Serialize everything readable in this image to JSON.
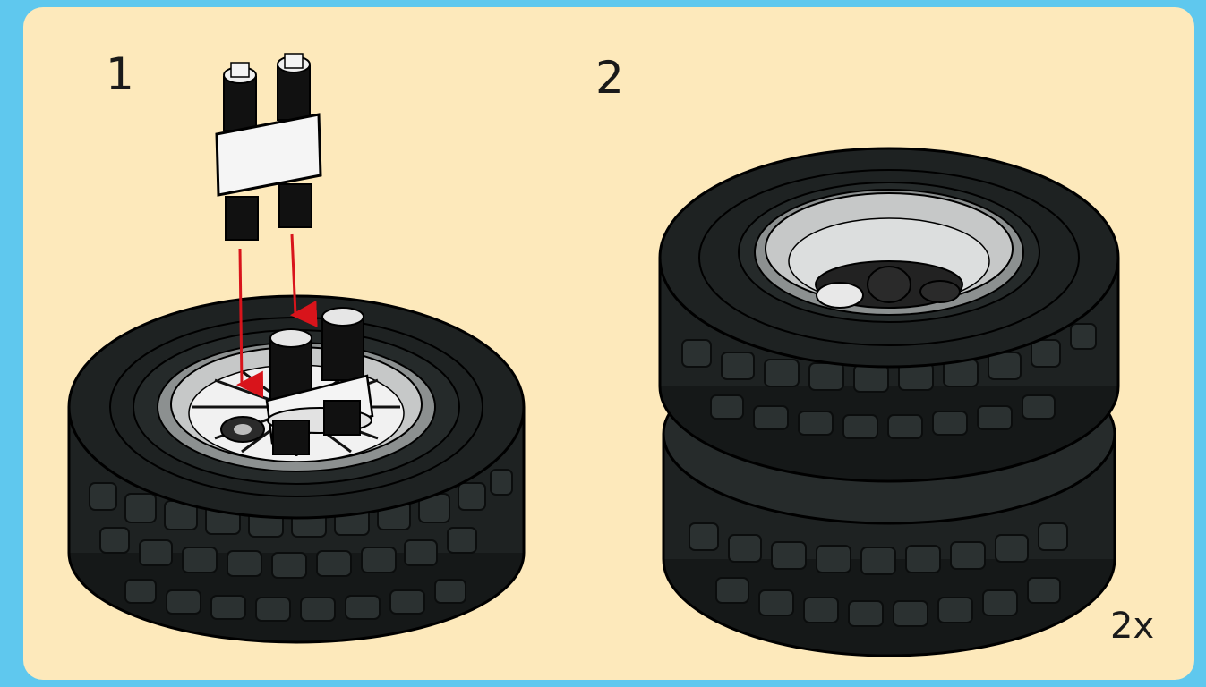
{
  "steps": [
    {
      "number": "1"
    },
    {
      "number": "2"
    }
  ],
  "multiplier": "2x",
  "colors": {
    "frame": "#5fc8ee",
    "panel": "#fde9bb",
    "tire": "#1e2222",
    "rim": "#c6c8c8",
    "arrow": "#d8141b"
  },
  "icons": [
    "tire-icon",
    "wheel-rim-icon",
    "double-pin-connector-icon",
    "insert-arrow-icon"
  ]
}
